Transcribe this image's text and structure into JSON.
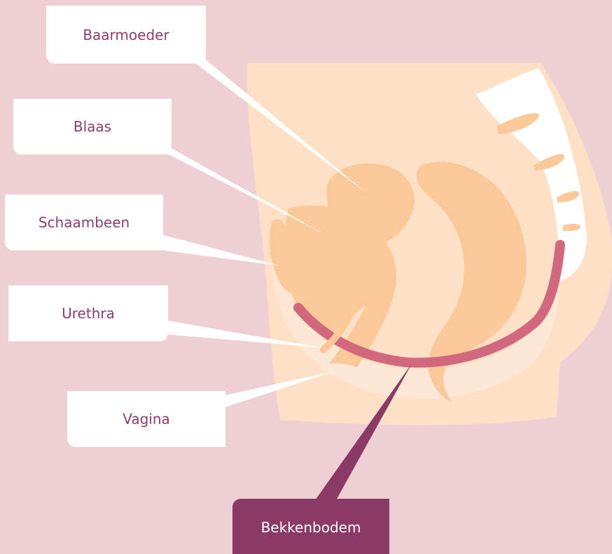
{
  "labels": {
    "baarmoeder": "Baarmoeder",
    "blaas": "Blaas",
    "schaambeen": "Schaambeen",
    "urethra": "Urethra",
    "vagina": "Vagina",
    "bekkenbodem": "Bekkenbodem"
  },
  "colors": {
    "background": "#eed0d4",
    "body": "#fde0c6",
    "organ": "#fbc899",
    "pelvic_floor": "#d2687d",
    "label_text": "#8b3e6d",
    "highlight_label": "#8b3a66"
  }
}
